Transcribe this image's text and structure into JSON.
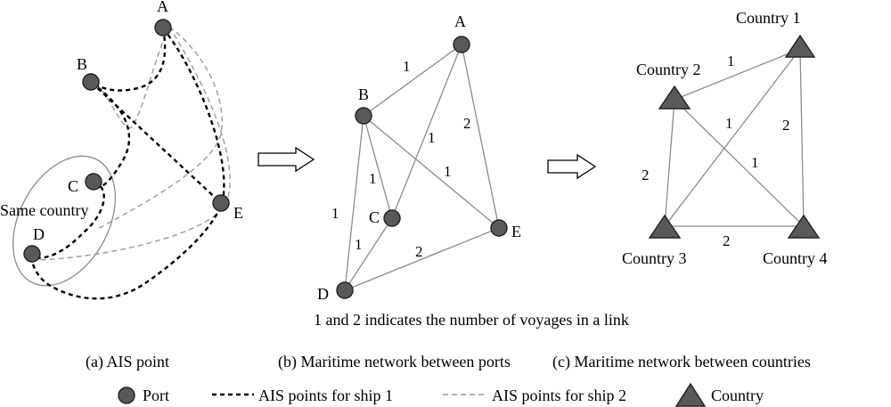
{
  "panel_a": {
    "nodes": {
      "A": "A",
      "B": "B",
      "C": "C",
      "D": "D",
      "E": "E"
    },
    "same_country": "Same country"
  },
  "panel_b": {
    "nodes": {
      "A": "A",
      "B": "B",
      "C": "C",
      "D": "D",
      "E": "E"
    },
    "edge_labels": {
      "AB": "1",
      "AC": "1",
      "AE": "2",
      "BC": "1",
      "BE": "1",
      "BD": "1",
      "CD": "1",
      "DE": "2"
    },
    "note": "1 and 2 indicates the number of voyages in a link"
  },
  "panel_c": {
    "nodes": {
      "c1": "Country 1",
      "c2": "Country 2",
      "c3": "Country 3",
      "c4": "Country 4"
    },
    "edge_labels": {
      "c1c2": "1",
      "c1c3": "1",
      "c1c4": "2",
      "c2c3": "2",
      "c2c4": "1",
      "c3c4": "2"
    }
  },
  "captions": {
    "a": "(a) AIS point",
    "b": "(b) Maritime network between ports",
    "c": "(c) Maritime network between countries"
  },
  "legend": {
    "port": "Port",
    "ship1": "AIS points for ship 1",
    "ship2": "AIS points for ship 2",
    "country": "Country"
  }
}
